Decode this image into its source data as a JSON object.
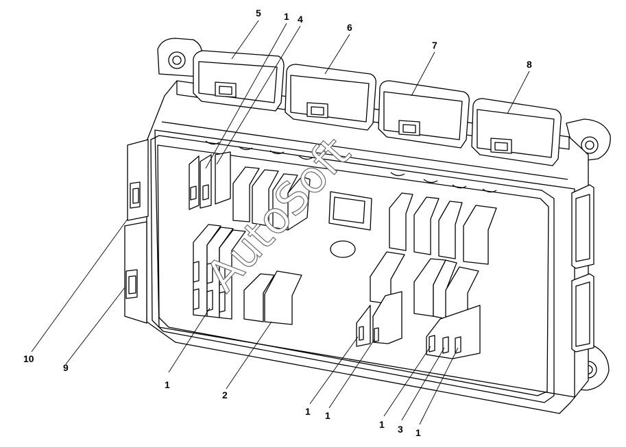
{
  "diagram": {
    "watermark": "AutoSoft",
    "callouts": [
      {
        "id": "c5",
        "label": "5"
      },
      {
        "id": "c1a",
        "label": "1"
      },
      {
        "id": "c4",
        "label": "4"
      },
      {
        "id": "c6",
        "label": "6"
      },
      {
        "id": "c7",
        "label": "7"
      },
      {
        "id": "c8",
        "label": "8"
      },
      {
        "id": "c10",
        "label": "10"
      },
      {
        "id": "c9",
        "label": "9"
      },
      {
        "id": "c1b",
        "label": "1"
      },
      {
        "id": "c2",
        "label": "2"
      },
      {
        "id": "c1c",
        "label": "1"
      },
      {
        "id": "c1d",
        "label": "1"
      },
      {
        "id": "c1e",
        "label": "1"
      },
      {
        "id": "c3",
        "label": "3"
      },
      {
        "id": "c1f",
        "label": "1"
      }
    ]
  }
}
